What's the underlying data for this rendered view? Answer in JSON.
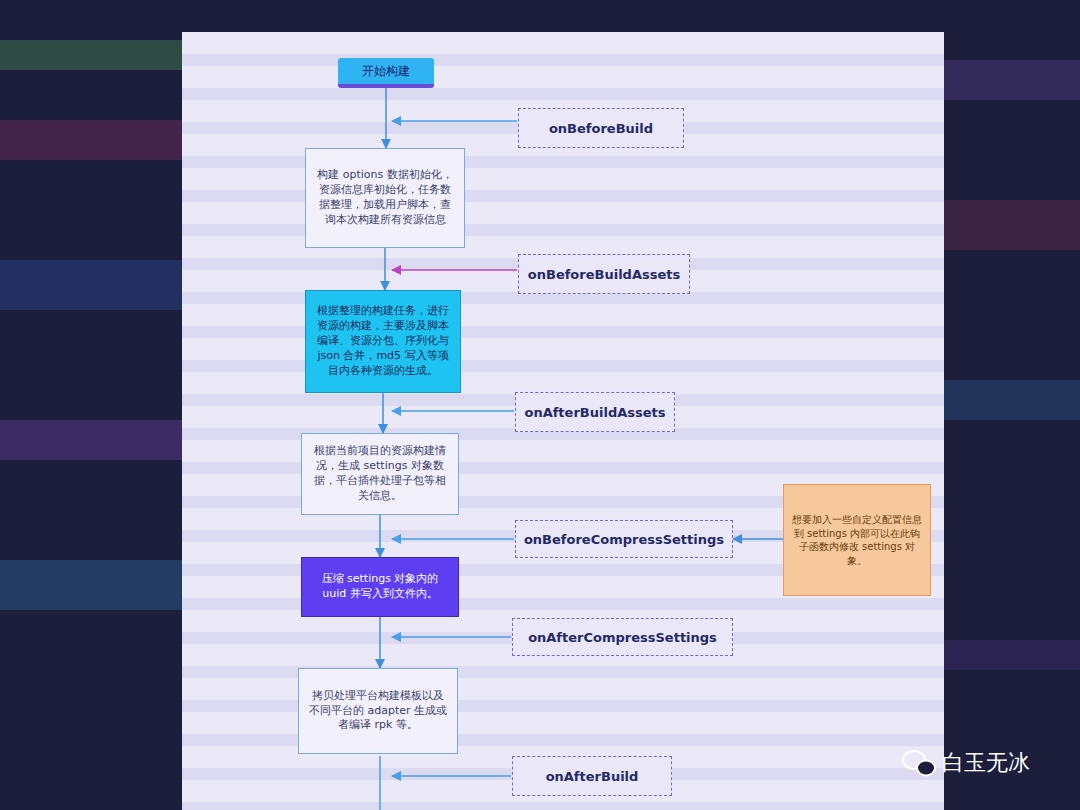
{
  "diagram": {
    "nodes": [
      {
        "text": [
          "开始构建"
        ]
      },
      {
        "text": [
          "onBeforeBuild"
        ]
      },
      {
        "text": [
          "构建 options 数据初始化，资源信息库初始化，任务数据整理，加载用户脚本，查询本次构建所有资源信息"
        ]
      },
      {
        "text": [
          "onBeforeBuildAssets"
        ]
      },
      {
        "text": [
          "根据整理的构建任务，进行资源的构建，主要涉及脚本编译、资源分包、序列化与 json 合并，md5 写入等项目内各种资源的生成。"
        ]
      },
      {
        "text": [
          "onAfterBuildAssets"
        ]
      },
      {
        "text": [
          "根据当前项目的资源构建情况，生成 settings 对象数据，平台插件处理子包等相关信息。"
        ]
      },
      {
        "text": [
          "onBeforeCompressSettings"
        ]
      },
      {
        "text": [
          "想要加入一些自定义配置信息到 settings 内部可以在此钩子函数内修改 settings 对象。"
        ]
      },
      {
        "text": [
          "压缩 settings 对象内的 uuid 并写入到文件内。"
        ]
      },
      {
        "text": [
          "onAfterCompressSettings"
        ]
      },
      {
        "text": [
          "拷贝处理平台构建模板以及不同平台的 adapter 生成或者编译 rpk 等。"
        ]
      },
      {
        "text": [
          "onAfterBuild"
        ]
      }
    ],
    "edges": [
      {
        "from": 0,
        "to": 2,
        "arrow": "to"
      },
      {
        "from": 2,
        "to": 4,
        "arrow": "to"
      },
      {
        "from": 4,
        "to": 6,
        "arrow": "to"
      },
      {
        "from": 6,
        "to": 9,
        "arrow": "to"
      },
      {
        "from": 9,
        "to": 11,
        "arrow": "to"
      },
      {
        "from": 8,
        "to": 7,
        "arrow": "to"
      }
    ],
    "labels": [
      "白玉无冰"
    ]
  }
}
